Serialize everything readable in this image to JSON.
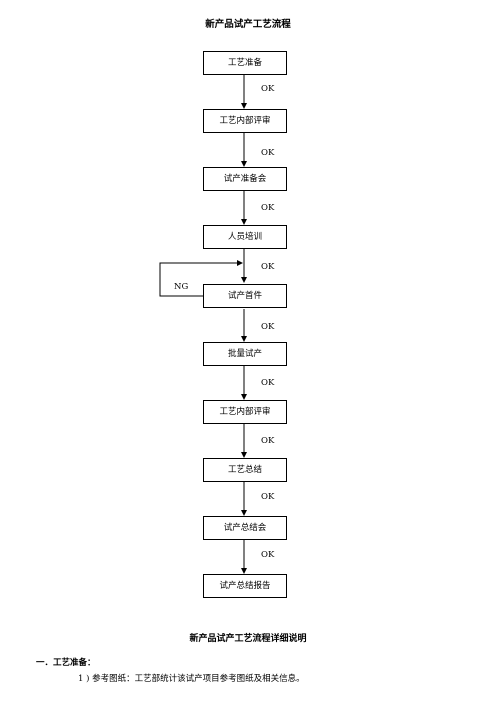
{
  "title": "新产品试产工艺流程",
  "flow": {
    "steps": [
      "工艺准备",
      "工艺内部评审",
      "试产准备会",
      "人员培训",
      "试产首件",
      "批量试产",
      "工艺内部评审",
      "工艺总结",
      "试产总结会",
      "试产总结报告"
    ],
    "transitions": [
      "OK",
      "OK",
      "OK",
      "OK",
      "OK",
      "OK",
      "OK",
      "OK",
      "OK"
    ],
    "loop_label": "NG"
  },
  "detail": {
    "title": "新产品试产工艺流程详细说明",
    "section_1": "一．工艺准备：",
    "item_1": "1 )  参考图纸：工艺部统计该试产项目参考图纸及相关信息。"
  }
}
